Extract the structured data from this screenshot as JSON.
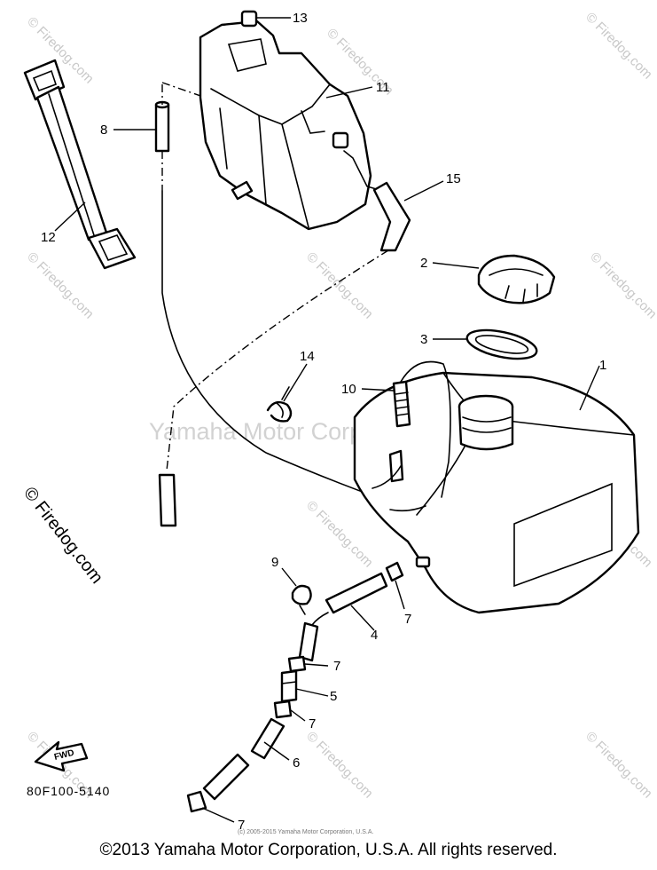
{
  "diagram": {
    "diagram_code": "80F100-5140",
    "fwd_label": "FWD",
    "center_watermark": "Yamaha Motor Corp., U.S.A.",
    "tile_watermark": "© Firedog.com",
    "side_watermark": "© Firedog.com",
    "fine_print": "(c) 2005-2015 Yamaha Motor Corporation, U.S.A.",
    "callouts": {
      "c1": "1",
      "c2": "2",
      "c3": "3",
      "c4": "4",
      "c5": "5",
      "c6": "6",
      "c7a": "7",
      "c7b": "7",
      "c7c": "7",
      "c7d": "7",
      "c8": "8",
      "c9": "9",
      "c10": "10",
      "c11": "11",
      "c12": "12",
      "c13": "13",
      "c14": "14",
      "c15": "15"
    }
  },
  "footer": {
    "copyright": "©2013 Yamaha Motor Corporation, U.S.A. All rights reserved."
  }
}
